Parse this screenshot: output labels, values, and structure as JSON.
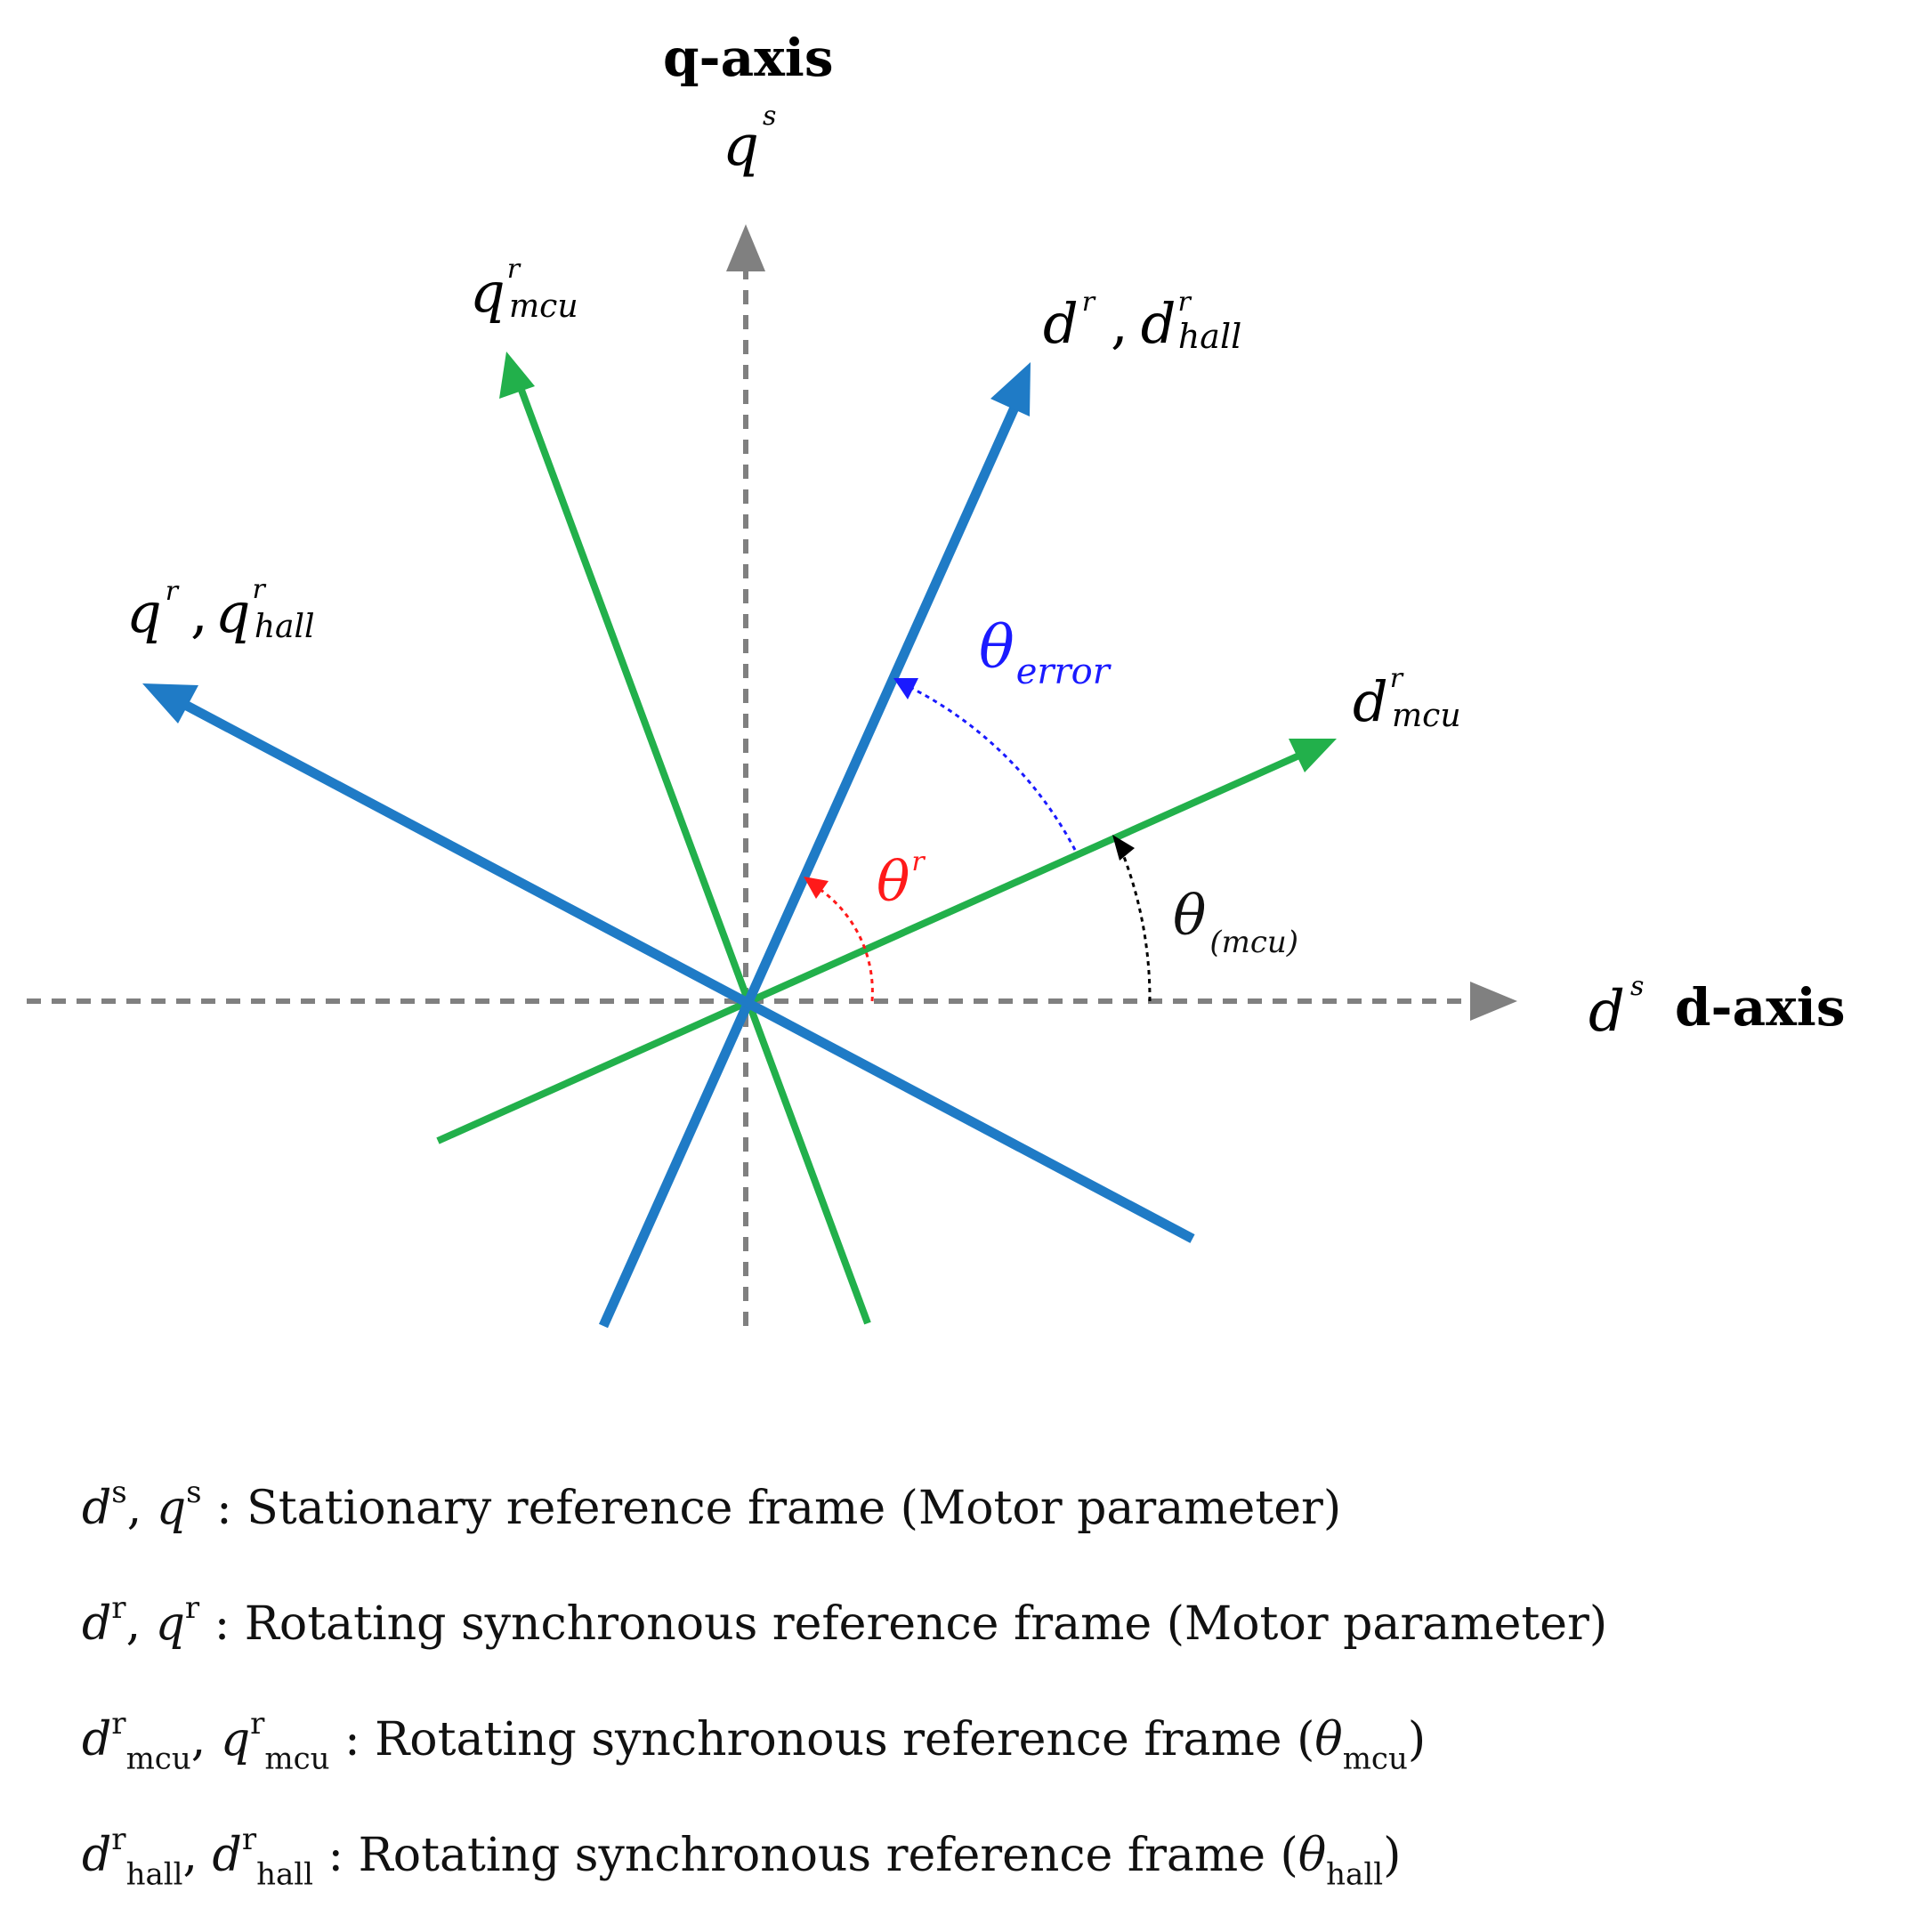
{
  "axes": {
    "q_title": "q-axis",
    "q_symbol": {
      "base": "q",
      "sup": "s"
    },
    "d_title": "d-axis",
    "d_symbol": {
      "base": "d",
      "sup": "s"
    }
  },
  "vectors": {
    "d_r": {
      "label_a": {
        "base": "d",
        "sup": "r"
      },
      "sep": ",",
      "label_b": {
        "base": "d",
        "sup": "r",
        "sub": "hall"
      }
    },
    "q_r": {
      "label_a": {
        "base": "q",
        "sup": "r"
      },
      "sep": ",",
      "label_b": {
        "base": "q",
        "sup": "r",
        "sub": "hall"
      }
    },
    "d_mcu": {
      "base": "d",
      "sup": "r",
      "sub": "mcu"
    },
    "q_mcu": {
      "base": "q",
      "sup": "r",
      "sub": "mcu"
    }
  },
  "angles": {
    "theta_r": {
      "base": "θ",
      "sup": "r"
    },
    "theta_error": {
      "base": "θ",
      "sub": "error"
    },
    "theta_mcu": {
      "base": "θ",
      "sub": "(mcu)"
    }
  },
  "colors": {
    "axis": "#808080",
    "rotor_frame": "#1f7bc6",
    "mcu_frame": "#22b04b",
    "theta_r": "#ff1a1a",
    "theta_error": "#1a1aff",
    "theta_mcu": "#000000"
  },
  "legend": [
    {
      "sym_a": "d",
      "sup_a": "s",
      "sub_a": "",
      "sep": ", ",
      "sym_b": "q",
      "sup_b": "s",
      "sub_b": "",
      "text": " : Stationary reference frame (Motor parameter)"
    },
    {
      "sym_a": "d",
      "sup_a": "r",
      "sub_a": "",
      "sep": ", ",
      "sym_b": "q",
      "sup_b": "r",
      "sub_b": "",
      "text": " : Rotating synchronous reference frame (Motor parameter)"
    },
    {
      "sym_a": "d",
      "sup_a": "r",
      "sub_a": "mcu",
      "sep": ", ",
      "sym_b": "q",
      "sup_b": "r",
      "sub_b": "mcu",
      "text": " : Rotating synchronous reference frame (",
      "theta": "θ",
      "theta_sub": "mcu",
      "close": ")"
    },
    {
      "sym_a": "d",
      "sup_a": "r",
      "sub_a": "hall",
      "sep": ", ",
      "sym_b": "d",
      "sup_b": "r",
      "sub_b": "hall",
      "text": " : Rotating synchronous reference frame (",
      "theta": "θ",
      "theta_sub": "hall",
      "close": ")"
    }
  ]
}
